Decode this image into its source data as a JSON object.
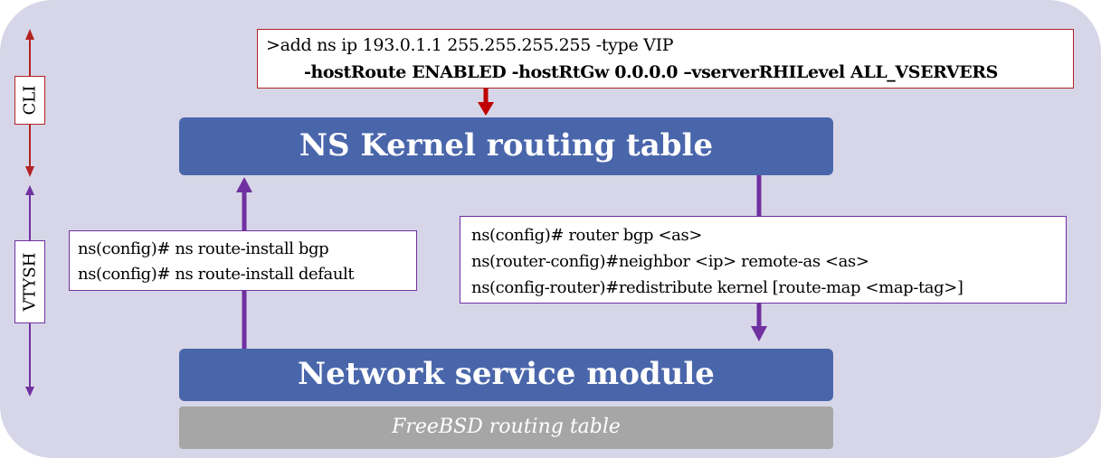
{
  "diagram": {
    "kernel_table": "NS Kernel routing table",
    "network_module": "Network service module",
    "freebsd_table": "FreeBSD routing table",
    "cli_label": "CLI",
    "vtysh_label": "VTYSH",
    "cli_command": {
      "line1": ">add ns ip 193.0.1.1 255.255.255.255 -type VIP",
      "line2": "-hostRoute ENABLED -hostRtGw 0.0.0.0 –vserverRHILevel  ALL_VSERVERS"
    },
    "install_commands": [
      "ns(config)# ns route-install bgp",
      "ns(config)# ns route-install default"
    ],
    "bgp_commands": [
      "ns(config)# router bgp <as>",
      "ns(router-config)#neighbor  <ip> remote-as <as>",
      "ns(config-router)#redistribute kernel [route-map <map-tag>]"
    ],
    "colors": {
      "panel": "#d6d6e8",
      "box_blue": "#4a66ab",
      "box_gray": "#a6a6a6",
      "cli_red": "#b22222",
      "vtysh_purple": "#7030a0"
    }
  }
}
